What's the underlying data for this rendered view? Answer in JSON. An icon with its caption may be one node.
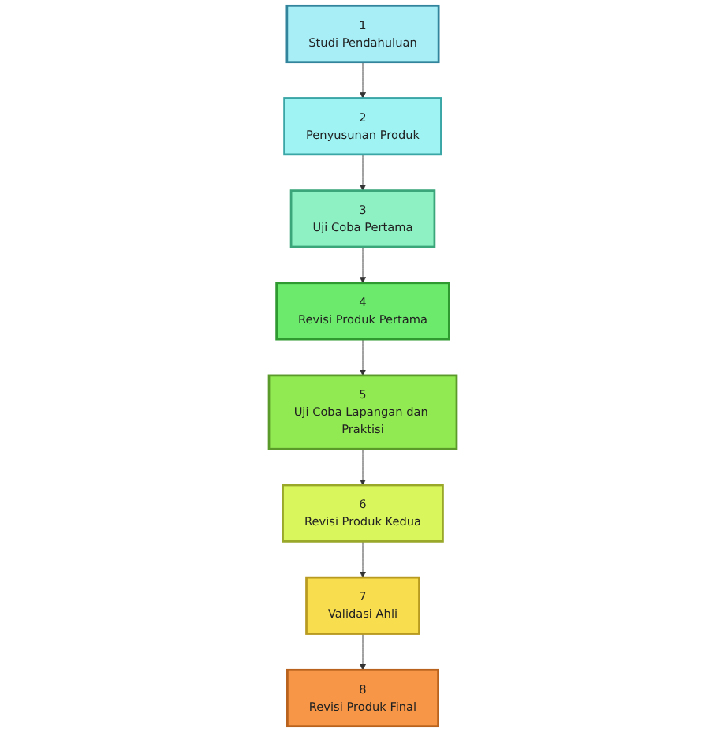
{
  "diagram": {
    "nodes": [
      {
        "text": [
          "1",
          "Studi Pendahuluan"
        ]
      },
      {
        "text": [
          "2",
          "Penyusunan Produk"
        ]
      },
      {
        "text": [
          "3",
          "Uji Coba Pertama"
        ]
      },
      {
        "text": [
          "4",
          "Revisi Produk Pertama"
        ]
      },
      {
        "text": [
          "5",
          "Uji Coba Lapangan dan Praktisi"
        ]
      },
      {
        "text": [
          "6",
          "Revisi Produk Kedua"
        ]
      },
      {
        "text": [
          "7",
          "Validasi Ahli"
        ]
      },
      {
        "text": [
          "8",
          "Revisi Produk Final"
        ]
      }
    ],
    "edges": [
      {
        "from": 0,
        "to": 1,
        "arrow": "to"
      },
      {
        "from": 1,
        "to": 2,
        "arrow": "to"
      },
      {
        "from": 2,
        "to": 3,
        "arrow": "to"
      },
      {
        "from": 3,
        "to": 4,
        "arrow": "to"
      },
      {
        "from": 4,
        "to": 5,
        "arrow": "to"
      },
      {
        "from": 5,
        "to": 6,
        "arrow": "to"
      },
      {
        "from": 6,
        "to": 7,
        "arrow": "to"
      }
    ]
  }
}
